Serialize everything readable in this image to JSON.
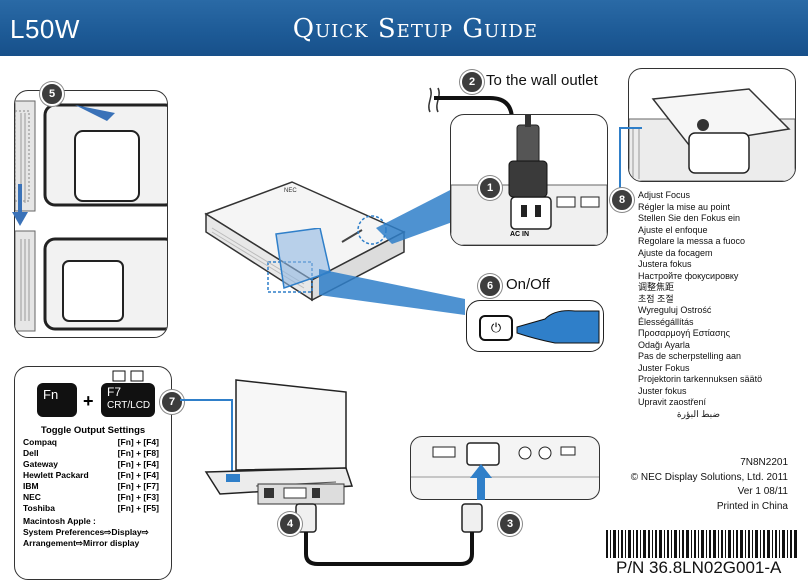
{
  "header": {
    "model": "L50W",
    "title": "Quick Setup Guide"
  },
  "steps": {
    "s1": "1",
    "s2": "2",
    "s3": "3",
    "s4": "4",
    "s5": "5",
    "s6": "6",
    "s7": "7",
    "s8": "8",
    "wall_outlet": "To the wall outlet",
    "on_off": "On/Off"
  },
  "labels": {
    "ac_in": "AC IN"
  },
  "keys": {
    "fn": "Fn",
    "plus": "+",
    "f7": "F7",
    "crt": "CRT/LCD"
  },
  "toggle": {
    "title": "Toggle Output Settings",
    "rows": [
      {
        "brand": "Compaq",
        "keys": "[Fn] + [F4]"
      },
      {
        "brand": "Dell",
        "keys": "[Fn] + [F8]"
      },
      {
        "brand": "Gateway",
        "keys": "[Fn] + [F4]"
      },
      {
        "brand": "Hewlett Packard",
        "keys": "[Fn] + [F4]"
      },
      {
        "brand": "IBM",
        "keys": "[Fn] + [F7]"
      },
      {
        "brand": "NEC",
        "keys": "[Fn] + [F3]"
      },
      {
        "brand": "Toshiba",
        "keys": "[Fn] + [F5]"
      }
    ],
    "mac_title": "Macintosh Apple :",
    "mac_line1": "System Preferences⇨Display⇨",
    "mac_line2": "Arrangement⇨Mirror display"
  },
  "focus_languages": [
    "Adjust Focus",
    "Régler la mise au point",
    "Stellen Sie den Fokus ein",
    "Ajuste el enfoque",
    "Regolare la messa a fuoco",
    "Ajuste da focagem",
    "Justera fokus",
    "Настройте фокусировку",
    "调整焦距",
    "초점 조절",
    "Wyreguluj Ostrość",
    "Élességállítás",
    "Προσαρμογή Εστίασης",
    "Odağı Ayarla",
    "Pas de scherpstelling aan",
    "Juster Fokus",
    "Projektorin tarkennuksen säätö",
    "Juster fokus",
    "Upravit zaostření",
    "ضبط البؤرة"
  ],
  "footer": {
    "code": "7N8N2201",
    "copyright": "© NEC Display Solutions, Ltd. 2011",
    "version": "Ver 1 08/11",
    "printed": "Printed in China",
    "part_number": "P/N 36.8LN02G001-A"
  },
  "colors": {
    "header": "#1d5a96",
    "accent_blue": "#2f7fc9",
    "step_circle": "#3d3d3d"
  }
}
